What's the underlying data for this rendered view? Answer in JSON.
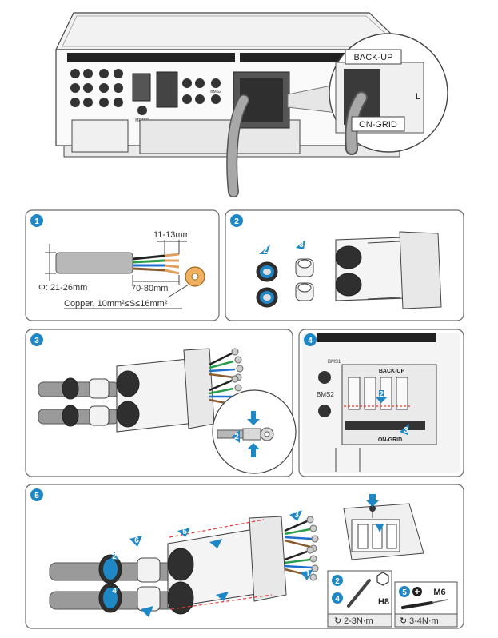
{
  "top": {
    "backup_label": "BACK-UP",
    "ongrid_label": "ON-GRID",
    "l_label": "L",
    "bms2_label": "BMS2",
    "meter_label": "METER"
  },
  "step1": {
    "number": "1",
    "dim_strip": "11-13mm",
    "dim_diameter": "Φ: 21-26mm",
    "dim_length": "70-80mm",
    "dim_copper": "Copper, 10mm²≤S≤16mm²"
  },
  "step2": {
    "number": "2",
    "callout_a": "2",
    "callout_b": "3"
  },
  "step3": {
    "number": "3",
    "callout": "2"
  },
  "step4": {
    "number": "4",
    "backup_label": "BACK-UP",
    "ongrid_label": "ON-GRID",
    "bms2_label": "BMS2",
    "bms1_label": "BMS1",
    "callout_a": "2",
    "callout_b": "3"
  },
  "step5": {
    "number": "5",
    "callouts": [
      "1",
      "2",
      "3",
      "4",
      "5",
      "6"
    ],
    "tool_a": {
      "steps": [
        "2",
        "4"
      ],
      "bit": "H8",
      "torque": "2-3N·m"
    },
    "tool_b": {
      "step": "5",
      "bit": "M6",
      "torque": "3-4N·m"
    }
  },
  "colors": {
    "accent": "#1e88c7",
    "border": "#6b6b6b"
  }
}
